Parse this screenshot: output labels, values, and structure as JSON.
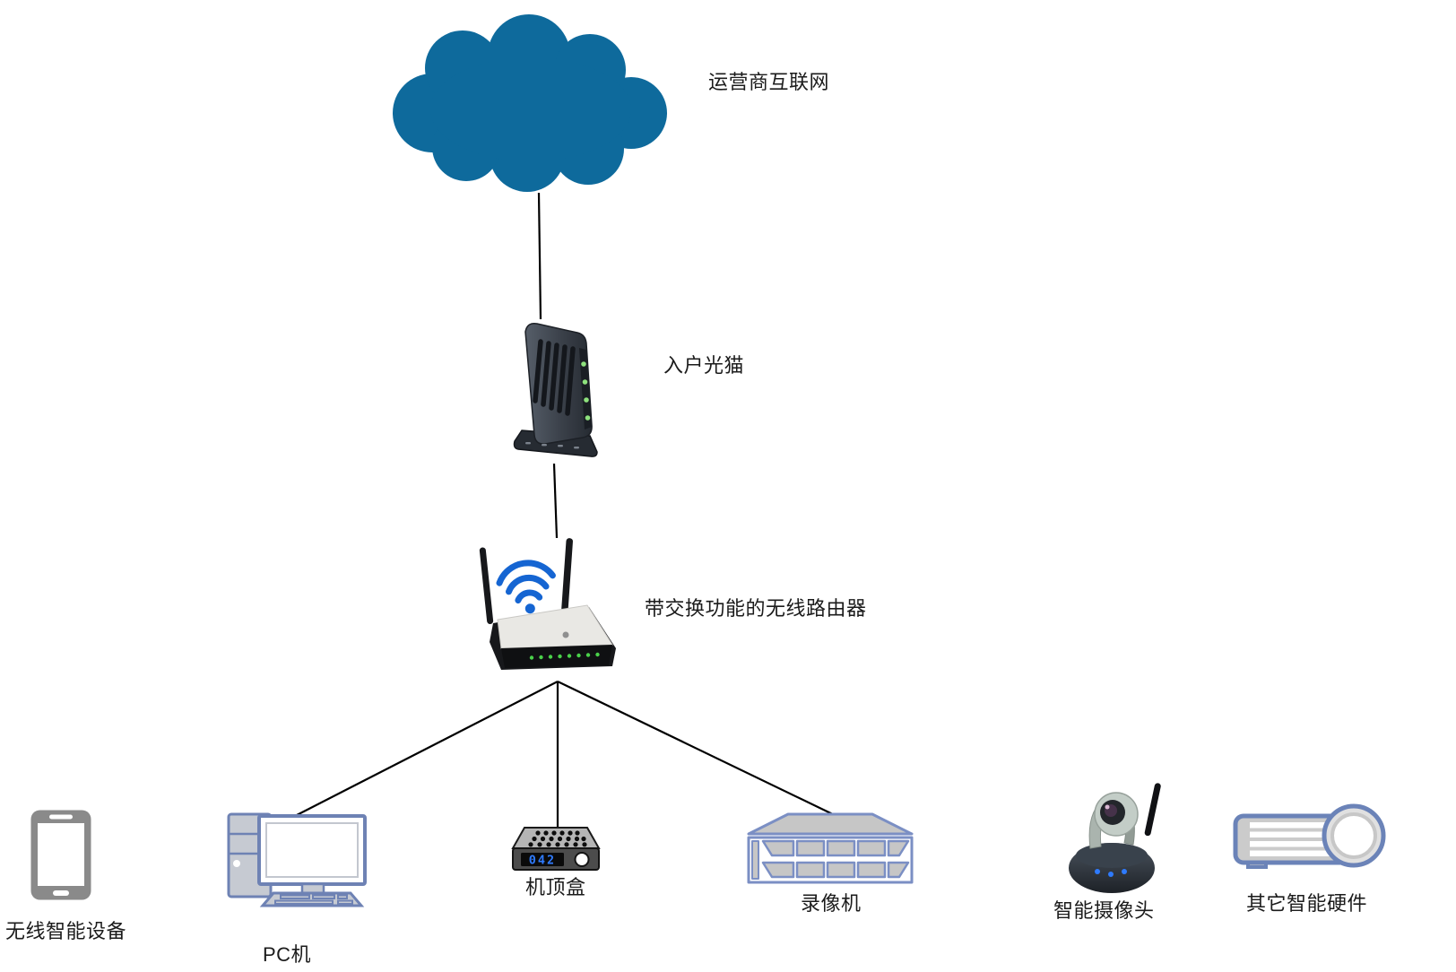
{
  "diagram": {
    "type": "network-topology",
    "nodes": {
      "internet": {
        "label": "运营商互联网",
        "shape": "cloud"
      },
      "modem": {
        "label": "入户光猫",
        "shape": "optical-modem"
      },
      "router": {
        "label": "带交换功能的无线路由器",
        "shape": "wireless-router"
      },
      "phone": {
        "label": "无线智能设备",
        "shape": "smartphone"
      },
      "pc": {
        "label": "PC机",
        "shape": "desktop-computer"
      },
      "stb": {
        "label": "机顶盒",
        "shape": "set-top-box",
        "display_value": "042"
      },
      "recorder": {
        "label": "录像机",
        "shape": "rack-recorder"
      },
      "camera": {
        "label": "智能摄像头",
        "shape": "ip-camera"
      },
      "other": {
        "label": "其它智能硬件",
        "shape": "projector"
      }
    },
    "edges": [
      {
        "from": "internet",
        "to": "modem"
      },
      {
        "from": "modem",
        "to": "router"
      },
      {
        "from": "router",
        "to": "pc"
      },
      {
        "from": "router",
        "to": "stb"
      },
      {
        "from": "router",
        "to": "recorder"
      }
    ],
    "colors": {
      "background": "#ffffff",
      "connector": "#000000",
      "cloud_fill": "#0e6a9c",
      "wifi_blue": "#1565d2",
      "led_green": "#4ad24a",
      "stb_digits": "#2f7bff",
      "device_outline_blue": "#6e82b4",
      "device_gray": "#c6cad2",
      "dark_device": "#2a2f37",
      "phone_gray": "#8a8a8a"
    }
  }
}
